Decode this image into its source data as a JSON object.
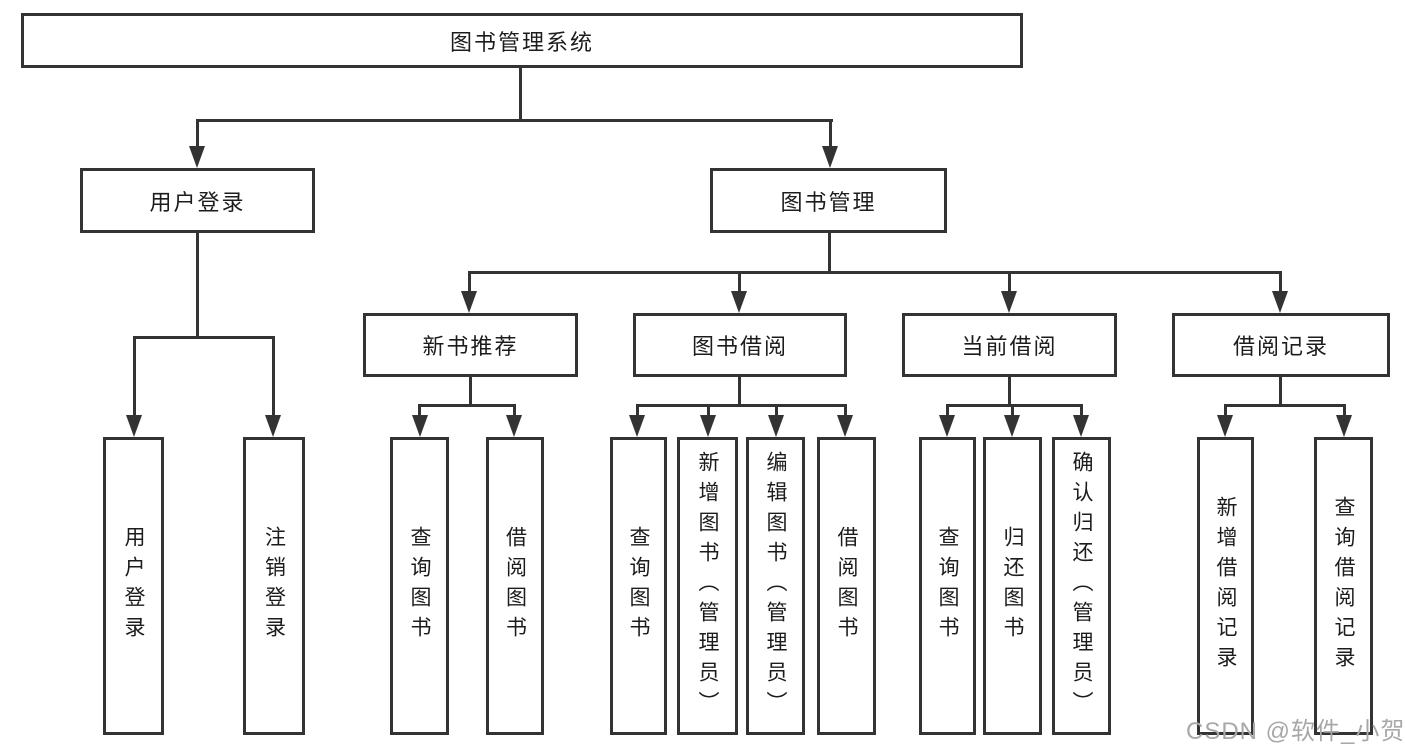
{
  "tree": {
    "label": "图书管理系统",
    "children": [
      {
        "label": "用户登录",
        "children": [
          {
            "label": "用户登录"
          },
          {
            "label": "注销登录"
          }
        ]
      },
      {
        "label": "图书管理",
        "children": [
          {
            "label": "新书推荐",
            "children": [
              {
                "label": "查询图书"
              },
              {
                "label": "借阅图书"
              }
            ]
          },
          {
            "label": "图书借阅",
            "children": [
              {
                "label": "查询图书"
              },
              {
                "label": "新增图书（管理员）"
              },
              {
                "label": "编辑图书（管理员）"
              },
              {
                "label": "借阅图书"
              }
            ]
          },
          {
            "label": "当前借阅",
            "children": [
              {
                "label": "查询图书"
              },
              {
                "label": "归还图书"
              },
              {
                "label": "确认归还（管理员）"
              }
            ]
          },
          {
            "label": "借阅记录",
            "children": [
              {
                "label": "新增借阅记录"
              },
              {
                "label": "查询借阅记录"
              }
            ]
          }
        ]
      }
    ]
  },
  "watermark": {
    "text": "CSDN @软件_小贺同学"
  },
  "colors": {
    "line": "#333333",
    "border": "#333333",
    "text": "#1c1c1c",
    "background": "#ffffff",
    "watermark": "#a8a8a8"
  }
}
